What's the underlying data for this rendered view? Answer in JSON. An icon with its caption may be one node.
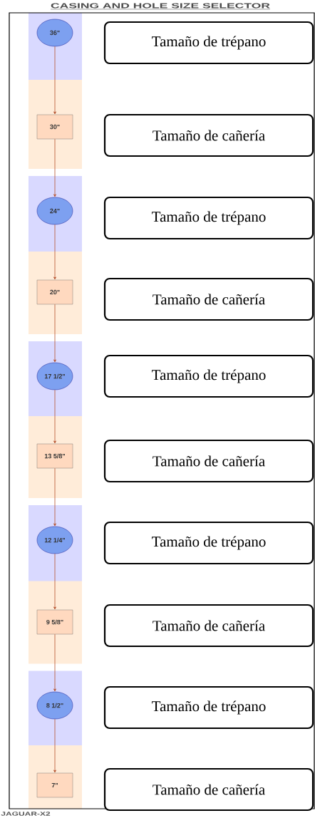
{
  "diagram": {
    "title": "CASING AND HOLE SIZE SELECTOR",
    "nodes": [
      {
        "text": [
          "36\""
        ]
      },
      {
        "text": [
          "Tamaño de trépano"
        ]
      },
      {
        "text": [
          "30\""
        ]
      },
      {
        "text": [
          "Tamaño de cañería"
        ]
      },
      {
        "text": [
          "24\""
        ]
      },
      {
        "text": [
          "Tamaño de trépano"
        ]
      },
      {
        "text": [
          "20\""
        ]
      },
      {
        "text": [
          "Tamaño de cañería"
        ]
      },
      {
        "text": [
          "17 1/2\""
        ]
      },
      {
        "text": [
          "Tamaño de trépano"
        ]
      },
      {
        "text": [
          "13 5/8\""
        ]
      },
      {
        "text": [
          "Tamaño de cañería"
        ]
      },
      {
        "text": [
          "12 1/4\""
        ]
      },
      {
        "text": [
          "Tamaño de trépano"
        ]
      },
      {
        "text": [
          "9 5/8\""
        ]
      },
      {
        "text": [
          "Tamaño de cañería"
        ]
      },
      {
        "text": [
          "8 1/2\""
        ]
      },
      {
        "text": [
          "Tamaño de trépano"
        ]
      },
      {
        "text": [
          "7\""
        ]
      },
      {
        "text": [
          "Tamaño de cañería"
        ]
      }
    ],
    "edges": [
      {
        "from": 0,
        "to": 2,
        "arrow": "to"
      },
      {
        "from": 2,
        "to": 4,
        "arrow": "to"
      },
      {
        "from": 4,
        "to": 6,
        "arrow": "to"
      },
      {
        "from": 6,
        "to": 8,
        "arrow": "to"
      },
      {
        "from": 8,
        "to": 10,
        "arrow": "to"
      },
      {
        "from": 10,
        "to": 12,
        "arrow": "to"
      },
      {
        "from": 12,
        "to": 14,
        "arrow": "to"
      },
      {
        "from": 14,
        "to": 16,
        "arrow": "to"
      },
      {
        "from": 16,
        "to": 18,
        "arrow": "to"
      }
    ],
    "labels": [
      "JAGUAR-X2"
    ]
  }
}
